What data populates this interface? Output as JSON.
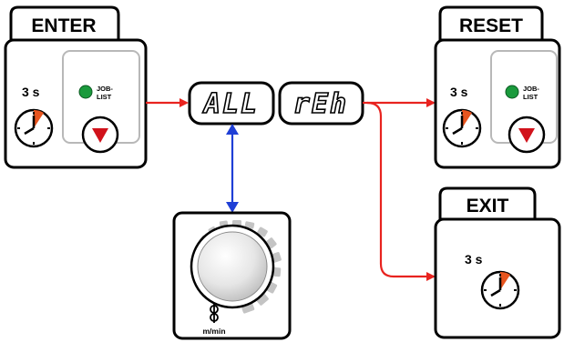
{
  "enter": {
    "title": "ENTER",
    "hold_time": "3 s",
    "job_list_line1": "JOB-",
    "job_list_line2": "LIST",
    "led_color": "#1a9a3c"
  },
  "display": {
    "left_text": "ALL",
    "right_text": "rEh"
  },
  "reset": {
    "title": "RESET",
    "hold_time": "3 s",
    "job_list_line1": "JOB-",
    "job_list_line2": "LIST",
    "led_color": "#1a9a3c"
  },
  "exit": {
    "title": "EXIT",
    "hold_time": "3 s"
  },
  "knob": {
    "unit": "m/min",
    "symbol": "wire-feed-icon"
  },
  "colors": {
    "flow_arrow": "#e8231f",
    "adjust_arrow": "#1f3fd6",
    "timer_wedge": "#e8551f",
    "down_triangle": "#d1121b"
  }
}
